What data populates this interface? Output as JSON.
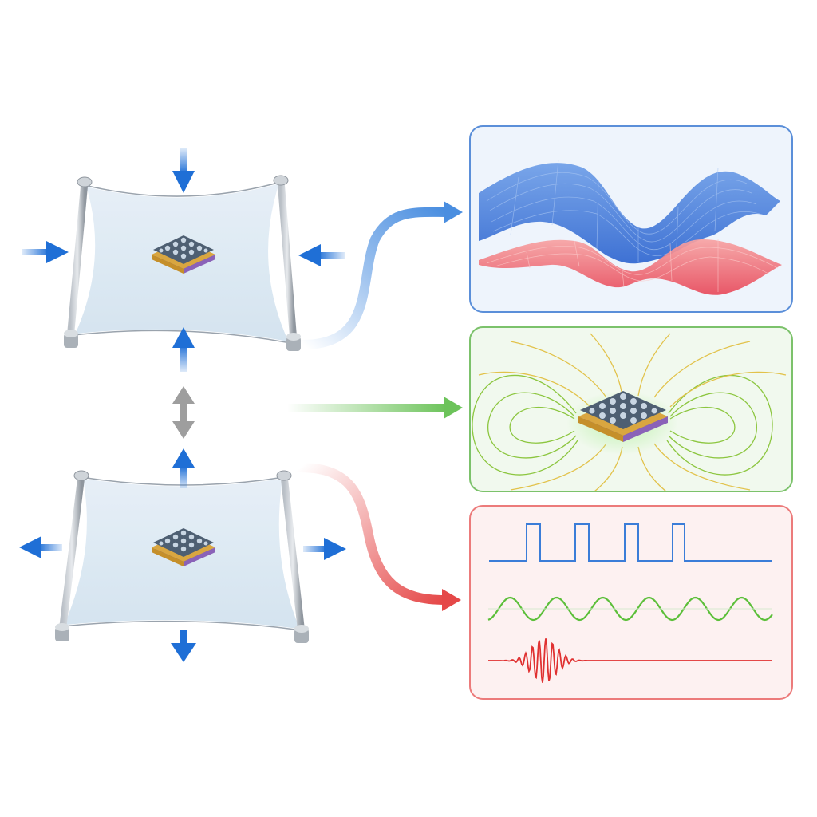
{
  "figure": {
    "top_frame": {
      "name": "compressive-strain-frame",
      "strain": "compressive",
      "arrow_directions": [
        "inward-top",
        "inward-left",
        "inward-right",
        "inward-bottom"
      ]
    },
    "bottom_frame": {
      "name": "tensile-strain-frame",
      "strain": "tensile",
      "arrow_directions": [
        "outward-top",
        "outward-left",
        "outward-right",
        "outward-bottom"
      ]
    },
    "connector": {
      "type": "double-headed-arrow",
      "color": "#9e9e9e"
    },
    "panels": [
      {
        "name": "band-structure-panel",
        "border_color": "#5b8fd9",
        "background": "#eef4fc",
        "surfaces": [
          "upper-band-blue",
          "lower-band-red"
        ]
      },
      {
        "name": "field-lines-panel",
        "border_color": "#7cc26b",
        "background": "#f1f9ee",
        "line_colors": [
          "#8cc63f",
          "#e2c24a"
        ]
      },
      {
        "name": "signal-panel",
        "border_color": "#ec7b7b",
        "background": "#fdf1f1",
        "signals": [
          "square-pulse-train",
          "sine-wave",
          "wave-packet"
        ]
      }
    ],
    "colors": {
      "strain_arrow": "#1f6fd6",
      "flow_blue": "#4a8ee0",
      "flow_green": "#6cc35a",
      "flow_red": "#e54848",
      "square_wave": "#3b7dd8",
      "sine_wave": "#5cbf3a",
      "packet_wave": "#e03131"
    }
  }
}
